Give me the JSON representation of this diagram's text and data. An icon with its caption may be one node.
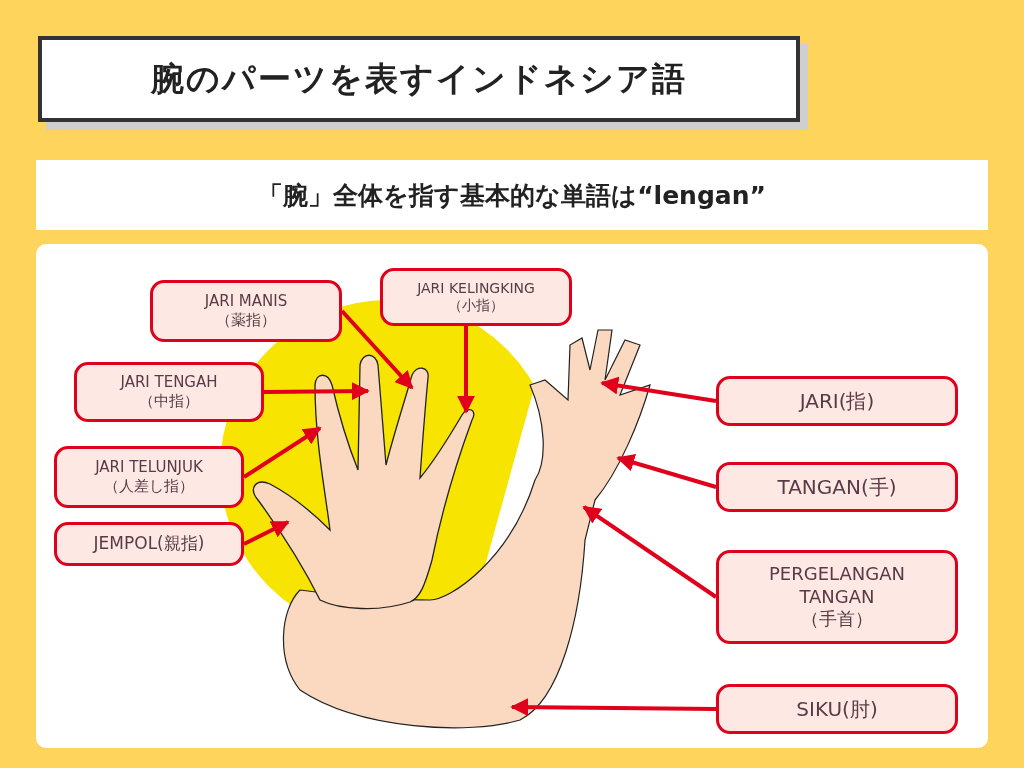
{
  "diagram": {
    "title": "腕のパーツを表すインドネシア語",
    "nodes": [
      {
        "text": [
          "「腕」全体を指す基本的な単語は“lengan”"
        ]
      },
      {
        "text": [
          "JARI MANIS （薬指）"
        ]
      },
      {
        "text": [
          "JARI KELINGKING （小指）"
        ]
      },
      {
        "text": [
          "JARI TENGAH （中指）"
        ]
      },
      {
        "text": [
          "JARI TELUNJUK （人差し指）"
        ]
      },
      {
        "text": [
          "JEMPOL(親指)"
        ]
      },
      {
        "text": [
          "JARI(指)"
        ]
      },
      {
        "text": [
          "TANGAN(手)"
        ]
      },
      {
        "text": [
          "PERGELANGAN TANGAN （手首）"
        ]
      },
      {
        "text": [
          "SIKU(肘)"
        ]
      }
    ],
    "edges": [
      {
        "from": 1,
        "to": null,
        "arrow": "to"
      },
      {
        "from": 2,
        "to": null,
        "arrow": "to"
      },
      {
        "from": 3,
        "to": null,
        "arrow": "to"
      },
      {
        "from": 4,
        "to": null,
        "arrow": "to"
      },
      {
        "from": 5,
        "to": null,
        "arrow": "to"
      },
      {
        "from": 6,
        "to": null,
        "arrow": "to"
      },
      {
        "from": 7,
        "to": null,
        "arrow": "to"
      },
      {
        "from": 8,
        "to": null,
        "arrow": "to"
      },
      {
        "from": 9,
        "to": null,
        "arrow": "to"
      }
    ]
  }
}
